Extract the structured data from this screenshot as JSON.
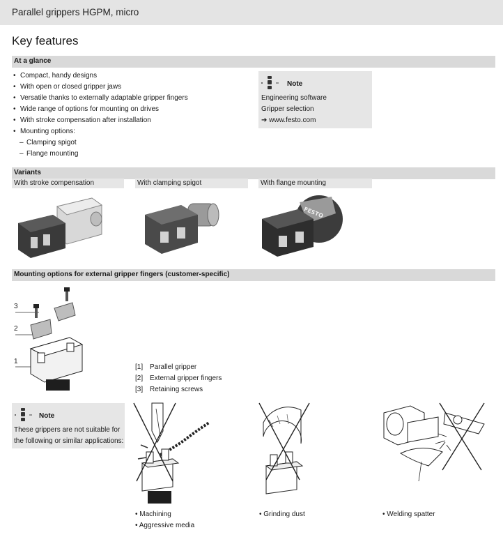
{
  "header": {
    "title": "Parallel grippers HGPM, micro"
  },
  "page_title": "Key features",
  "at_a_glance": {
    "heading": "At a glance",
    "bullets": [
      "Compact, handy designs",
      "With open or closed gripper jaws",
      "Versatile thanks to externally adaptable gripper fingers",
      "Wide range of options for mounting on drives",
      "With stroke compensation after installation",
      "Mounting options:"
    ],
    "sub_bullets": [
      "Clamping spigot",
      "Flange mounting"
    ]
  },
  "note_top": {
    "title": "Note",
    "line1": "Engineering software",
    "line2": "Gripper selection",
    "link": "www.festo.com",
    "arrow": "➔"
  },
  "variants": {
    "heading": "Variants",
    "items": [
      "With stroke compensation",
      "With clamping spigot",
      "With flange mounting"
    ],
    "logo_text": "FESTO"
  },
  "mounting": {
    "heading": "Mounting options for external gripper fingers (customer-specific)",
    "callouts": [
      "3",
      "2",
      "1"
    ],
    "legend": [
      {
        "num": "[1]",
        "text": "Parallel gripper"
      },
      {
        "num": "[2]",
        "text": "External gripper fingers"
      },
      {
        "num": "[3]",
        "text": "Retaining screws"
      }
    ]
  },
  "note_bottom": {
    "title": "Note",
    "line1": "These grippers are not suitable for",
    "line2": "the following or similar applications:"
  },
  "applications": {
    "machining": [
      "Machining",
      "Aggressive media"
    ],
    "grinding": "Grinding dust",
    "welding": "Welding spatter"
  }
}
